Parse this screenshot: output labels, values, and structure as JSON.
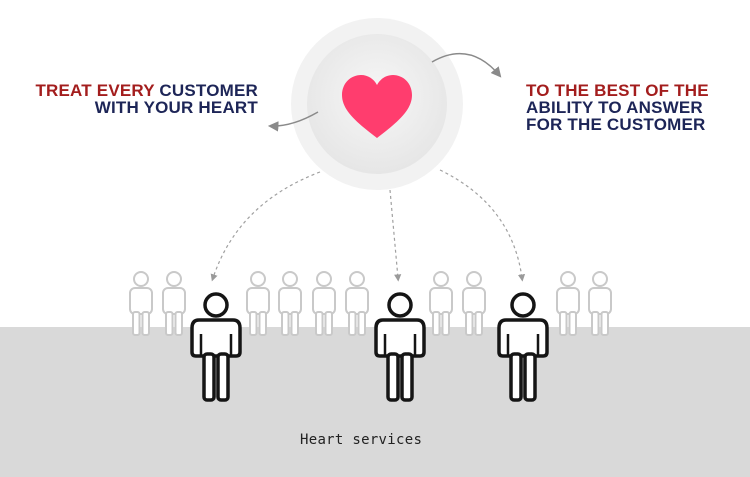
{
  "slogan_left": {
    "line1_red": "TREAT EVERY",
    "line1_navy": "CUSTOMER",
    "line2": "WITH YOUR HEART"
  },
  "slogan_right": {
    "line1": "TO THE BEST OF THE",
    "line2": "ABILITY TO ANSWER",
    "line3": "FOR THE CUSTOMER"
  },
  "footer_label": "Heart services",
  "colors": {
    "heart": "#ff3d6e",
    "red_text": "#a31d1d",
    "navy_text": "#1d2557",
    "floor": "#d9d9d9"
  },
  "icons": [
    "heart-icon",
    "person-icon",
    "curved-arrow-icon"
  ]
}
